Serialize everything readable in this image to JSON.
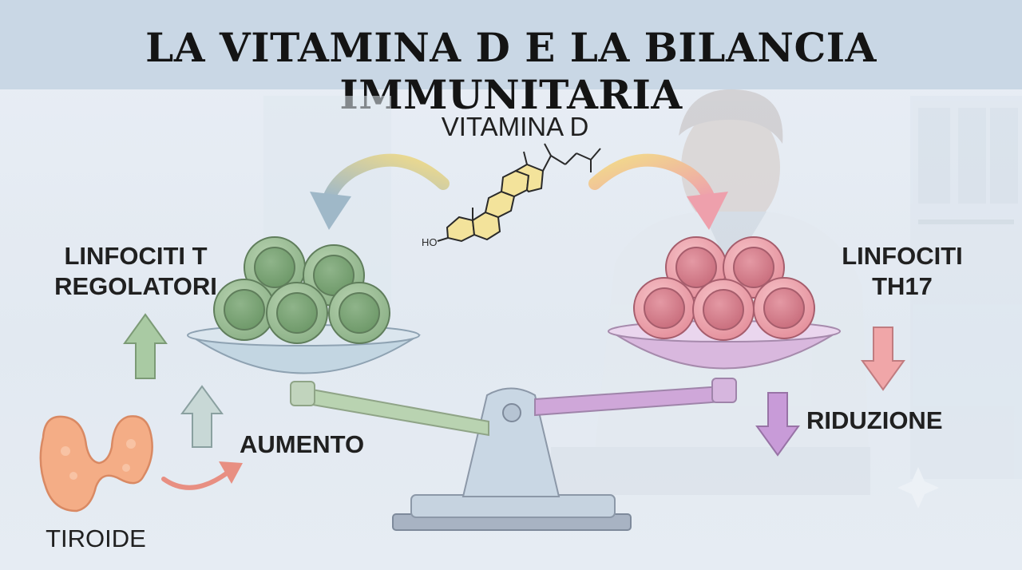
{
  "title": "LA VITAMINA D E LA BILANCIA IMMUNITARIA",
  "vitamin_label": "VITAMINA D",
  "molecule_label": "HO",
  "left_group": {
    "line1": "LINFOCITI T",
    "line2": "REGOLATORI"
  },
  "right_group": {
    "line1": "LINFOCITI",
    "line2": "TH17"
  },
  "increase_label": "AUMENTO",
  "decrease_label": "RIDUZIONE",
  "thyroid_label": "TIROIDE",
  "colors": {
    "header_bg": "#c9d7e5",
    "treg_cells": "#8fb58a",
    "th17_cells": "#e6919d",
    "left_pan": "#c3d6e2",
    "right_pan": "#d9b8de",
    "thyroid": "#f4ad86",
    "arrow_up": "#a9caa3",
    "arrow_down_pink": "#f0a6a8",
    "arrow_down_purple": "#c89bd8"
  },
  "icons": [
    "thyroid-icon",
    "steroid-molecule-icon",
    "balance-scale-icon",
    "doctor-background"
  ]
}
